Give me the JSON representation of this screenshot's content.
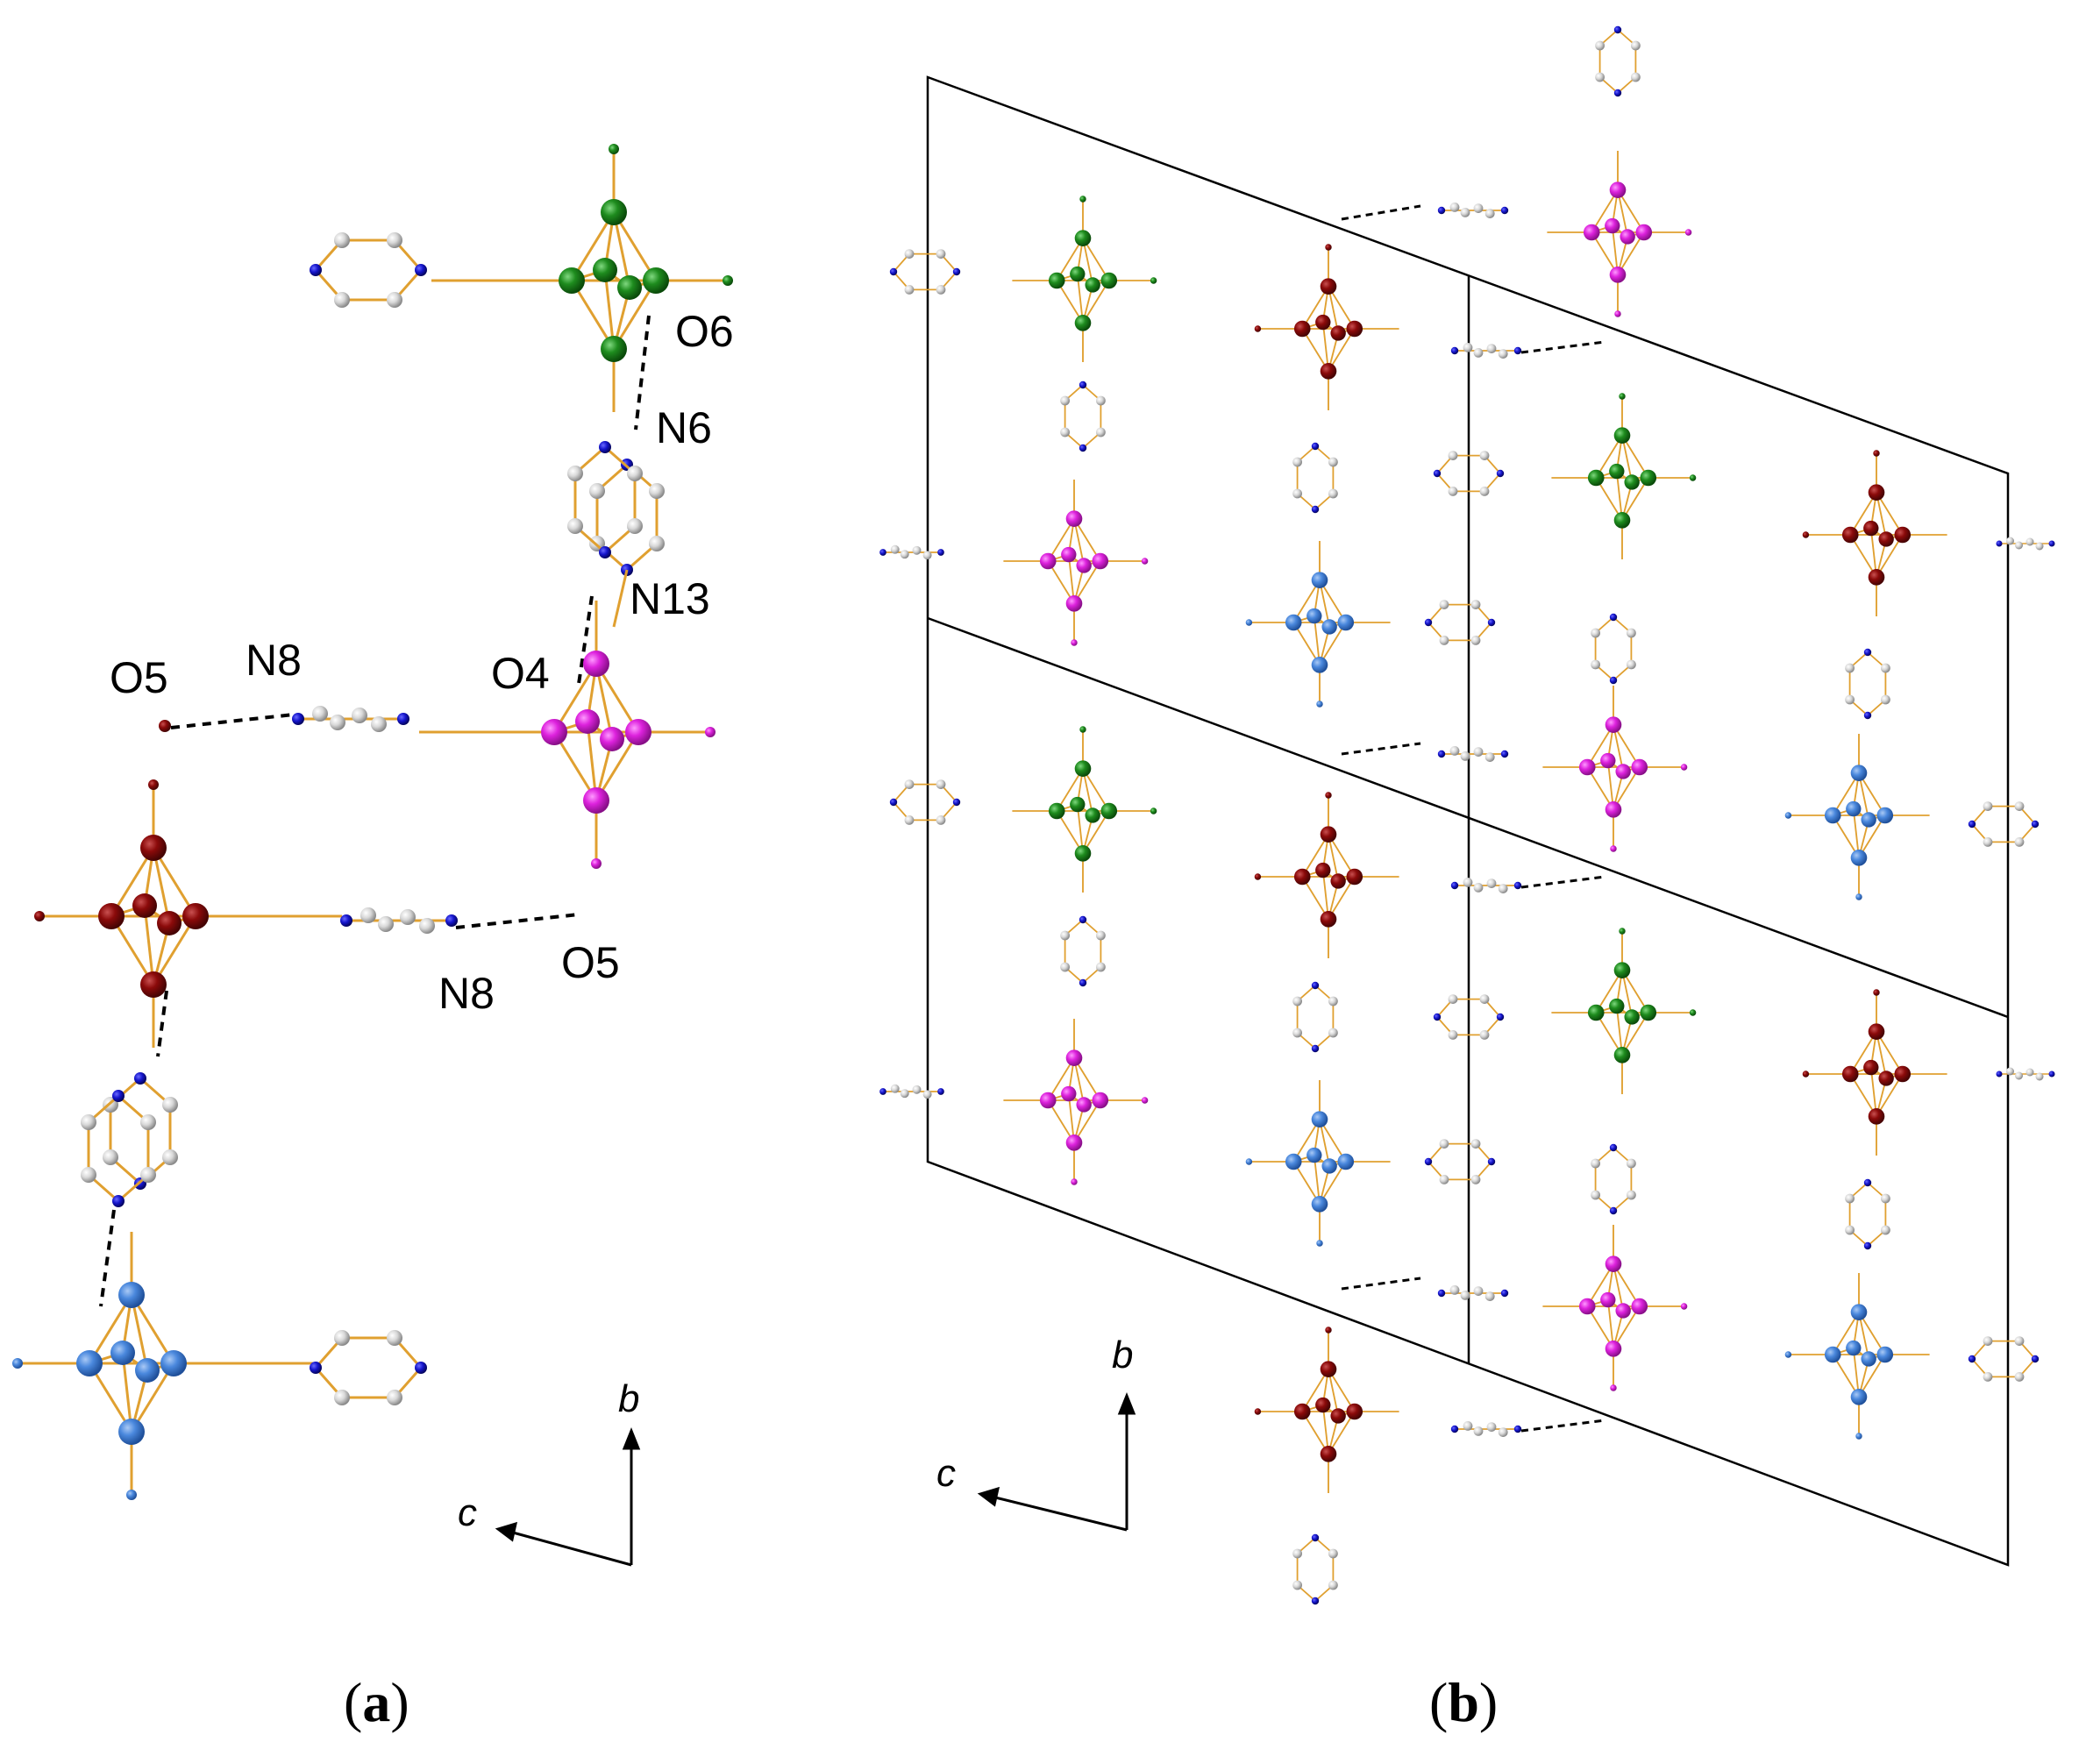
{
  "labels_a": {
    "O6": "O6",
    "N6": "N6",
    "N13": "N13",
    "O4": "O4",
    "O5_left": "O5",
    "N8_top": "N8",
    "N8_bottom": "N8",
    "O5_right": "O5"
  },
  "axes": {
    "b": "b",
    "c": "c"
  },
  "captions": {
    "a": "a",
    "b": "b"
  },
  "colors": {
    "green": "#1e8c1e",
    "darkred": "#8b0a0a",
    "magenta": "#dd22dd",
    "blue": "#4a88dd",
    "nitrogen": "#1515cc",
    "carbon": "#d8d8d8",
    "bond": "#e0a030",
    "cell": "#000000"
  },
  "icons": {
    "cluster": "octahedral-cluster-icon",
    "ring": "pyrazine-ring-icon"
  }
}
